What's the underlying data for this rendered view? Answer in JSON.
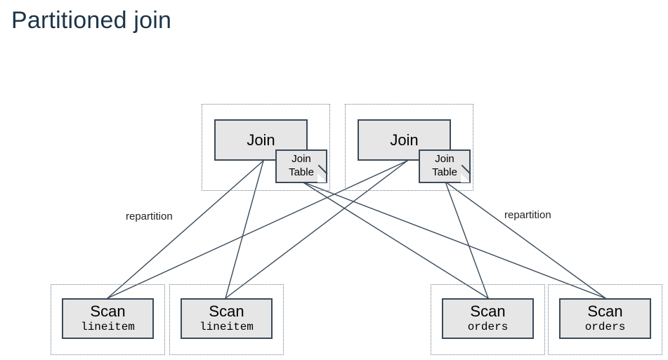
{
  "page": {
    "title": "Partitioned join",
    "title_color": "#1d3448",
    "background": "#ffffff"
  },
  "theme": {
    "node_fill": "#e6e6e6",
    "node_border": "#3a4a5a",
    "group_border": "#6b7a86",
    "edge_color": "#3a4a5a",
    "text_color": "#000000"
  },
  "diagram": {
    "type": "query-plan",
    "join_nodes": [
      {
        "id": "join-0",
        "label": "Join",
        "note": {
          "line1": "Join",
          "line2": "Table"
        }
      },
      {
        "id": "join-1",
        "label": "Join",
        "note": {
          "line1": "Join",
          "line2": "Table"
        }
      }
    ],
    "scan_nodes": [
      {
        "id": "scan-0",
        "label": "Scan",
        "table": "lineitem"
      },
      {
        "id": "scan-1",
        "label": "Scan",
        "table": "lineitem"
      },
      {
        "id": "scan-2",
        "label": "Scan",
        "table": "orders"
      },
      {
        "id": "scan-3",
        "label": "Scan",
        "table": "orders"
      }
    ],
    "edge_labels": [
      {
        "id": "repartition-left",
        "text": "repartition"
      },
      {
        "id": "repartition-right",
        "text": "repartition"
      }
    ]
  }
}
